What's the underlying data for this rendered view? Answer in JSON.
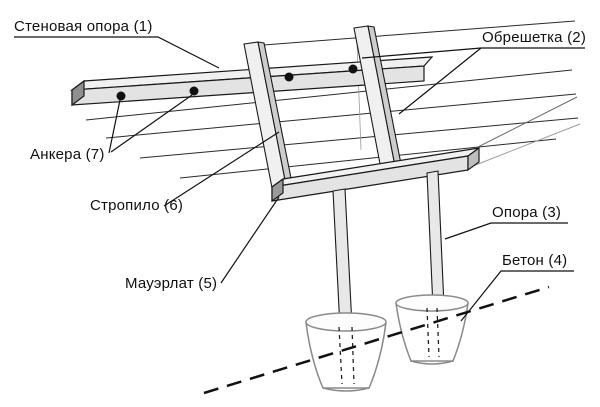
{
  "labels": {
    "wall_support": "Стеновая опора (1)",
    "lathing": "Обрешетка (2)",
    "anchors": "Анкера (7)",
    "rafter": "Стропило (6)",
    "support": "Опора (3)",
    "concrete": "Бетон (4)",
    "mauerlat": "Мауэрлат (5)"
  },
  "colors": {
    "background": "#ffffff",
    "line": "#1a1a1a",
    "beam_fill": "#f1f1f1",
    "beam_side_fill": "#e3e3e3",
    "beam_end_fill": "#8f8f8f",
    "bucket_stroke": "#8a8a8a"
  }
}
